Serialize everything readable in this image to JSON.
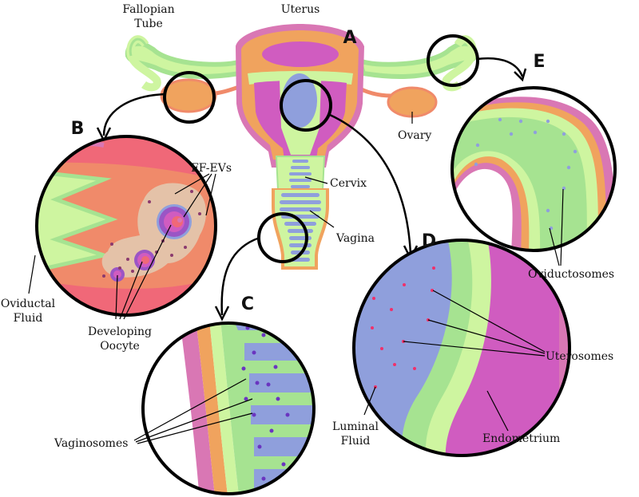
{
  "labels": {
    "fallopian_tube_line1": "Fallopian",
    "fallopian_tube_line2": "Tube",
    "uterus": "Uterus",
    "ovary": "Ovary",
    "cervix": "Cervix",
    "vagina": "Vagina",
    "ff_evs": "FF-EVs",
    "oviductal_fluid_line1": "Oviductal",
    "oviductal_fluid_line2": "Fluid",
    "developing_oocyte_line1": "Developing",
    "developing_oocyte_line2": "Oocyte",
    "vaginosomes": "Vaginosomes",
    "uterosomes": "Uterosomes",
    "luminal_fluid_line1": "Luminal",
    "luminal_fluid_line2": "Fluid",
    "endometrium": "Endometrium",
    "oviductosomes": "Oviductosomes"
  },
  "panel_letters": {
    "a": "A",
    "b": "B",
    "c": "C",
    "d": "D",
    "e": "E"
  },
  "colors": {
    "pink": "#d977b4",
    "magenta": "#d05cc0",
    "orange": "#f0a35e",
    "salmon": "#f08a6a",
    "light_green": "#cef5a0",
    "green": "#a6e391",
    "blue": "#8f9fdc",
    "tan": "#e4c2a8",
    "red_pink": "#f06878",
    "purple": "#9b55c5"
  }
}
